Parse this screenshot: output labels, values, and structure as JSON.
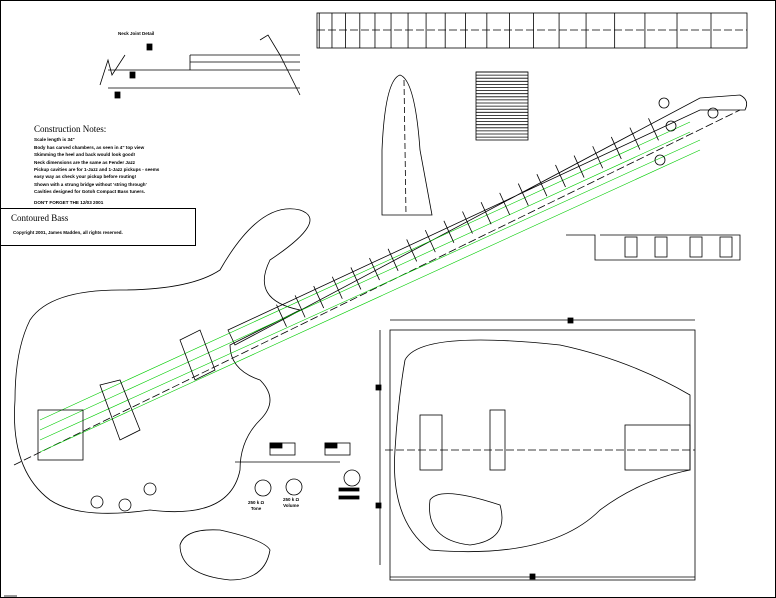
{
  "title": "Contoured Bass",
  "copyright": "Copyright 2001, James Madden, all rights reserved.",
  "neck_joint_label": "Neck Joint Detail",
  "notes": {
    "heading": "Construction Notes:",
    "lines": [
      "Scale length is 34\"",
      "Body has carved chambers, as seen in 4\" top view",
      "Skimming the heel and back would look good!",
      "Neck dimensions are the same as Fender Jazz",
      "Pickup cavities are for 1-Jazz and 1-Jazz pickups - seems",
      "  easy way as check your pickup before routing!",
      "Shown with a strung bridge without 'string through'",
      "Cavities designed for Gotoh Compact Bass tuners."
    ],
    "footer": "DON'T FORGET THE 12/03 2001"
  },
  "pots": [
    {
      "value": "250 k Ω",
      "name": "Tone"
    },
    {
      "value": "250 k Ω",
      "name": "Volume"
    }
  ]
}
